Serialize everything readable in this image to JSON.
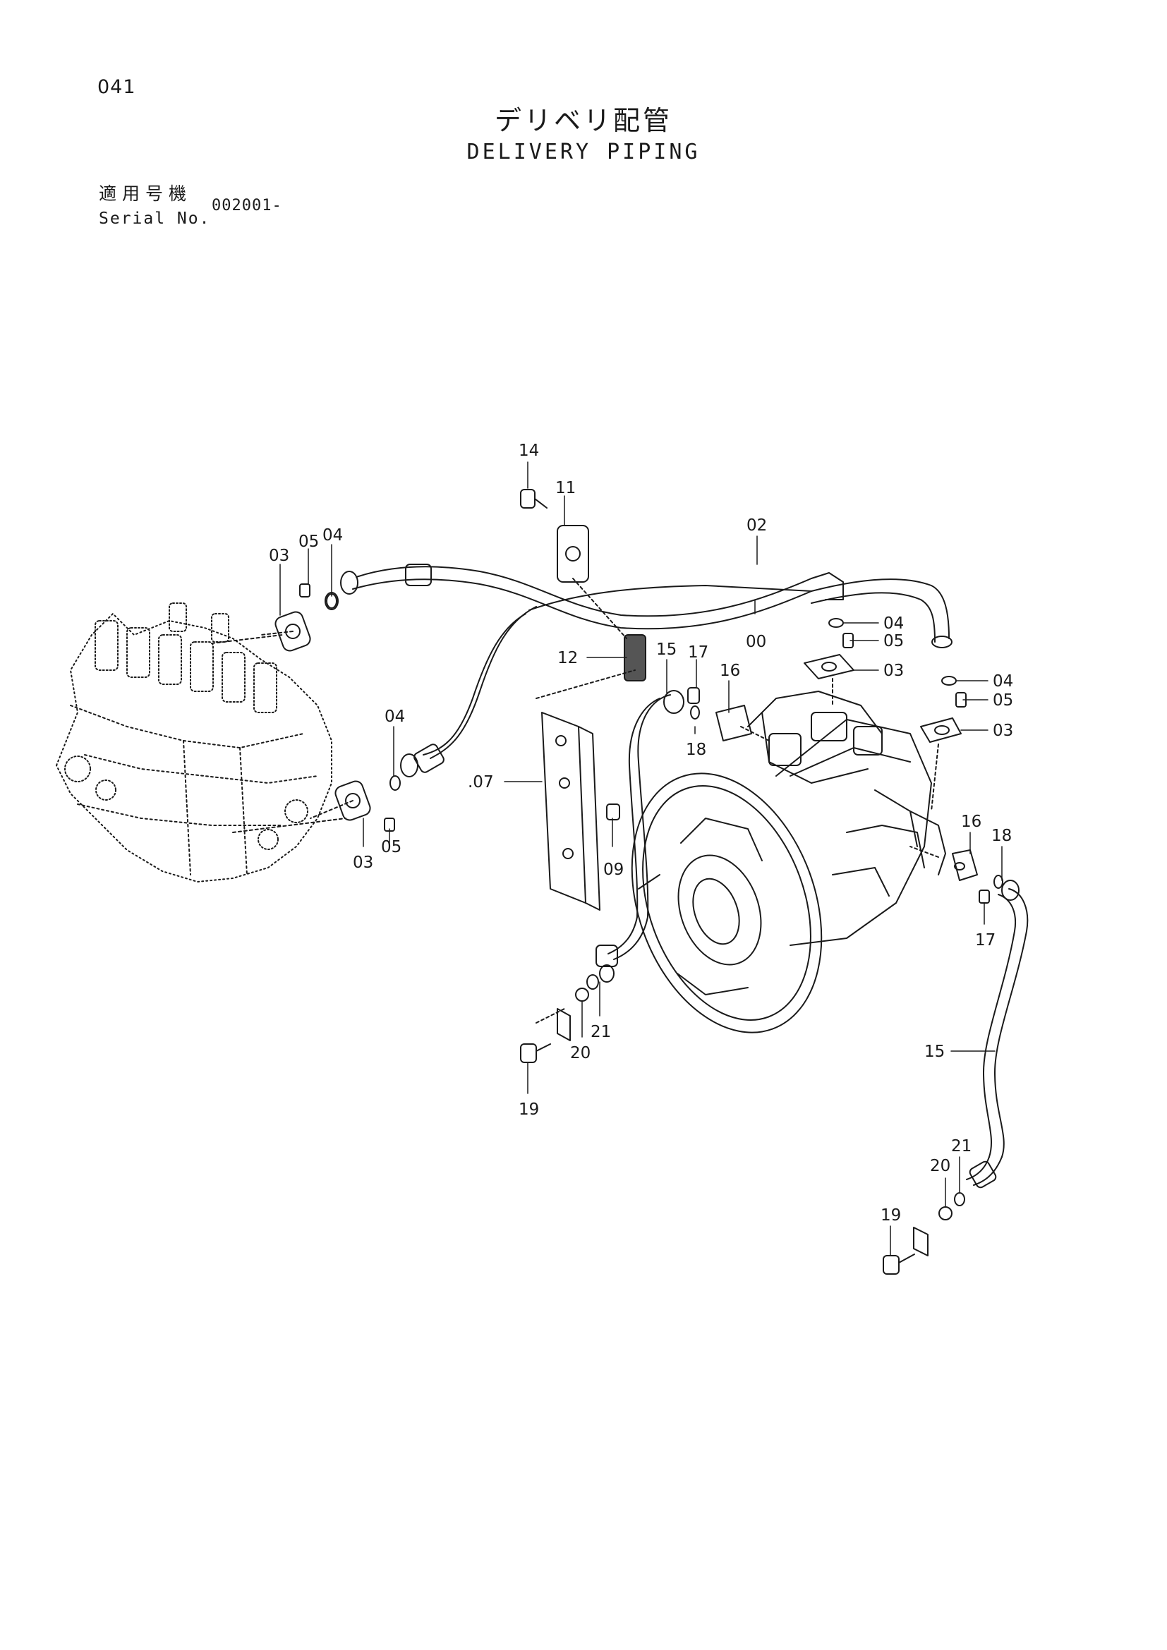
{
  "header": {
    "page_number": "041",
    "title_jp": "デリベリ配管",
    "title_en": "DELIVERY PIPING",
    "serial_label_jp": "適用号機",
    "serial_label_en": "Serial No.",
    "serial_value": "002001-"
  },
  "callouts": [
    "14",
    "11",
    "02",
    "03",
    "05",
    "04",
    "00",
    "04",
    "05",
    "03",
    "15",
    "17",
    "16",
    "12",
    "04",
    "05",
    "03",
    "04",
    ".07",
    "18",
    "16",
    "18",
    "09",
    "03",
    "05",
    "17",
    "21",
    "20",
    "15",
    "19",
    "21",
    "20",
    "19"
  ]
}
